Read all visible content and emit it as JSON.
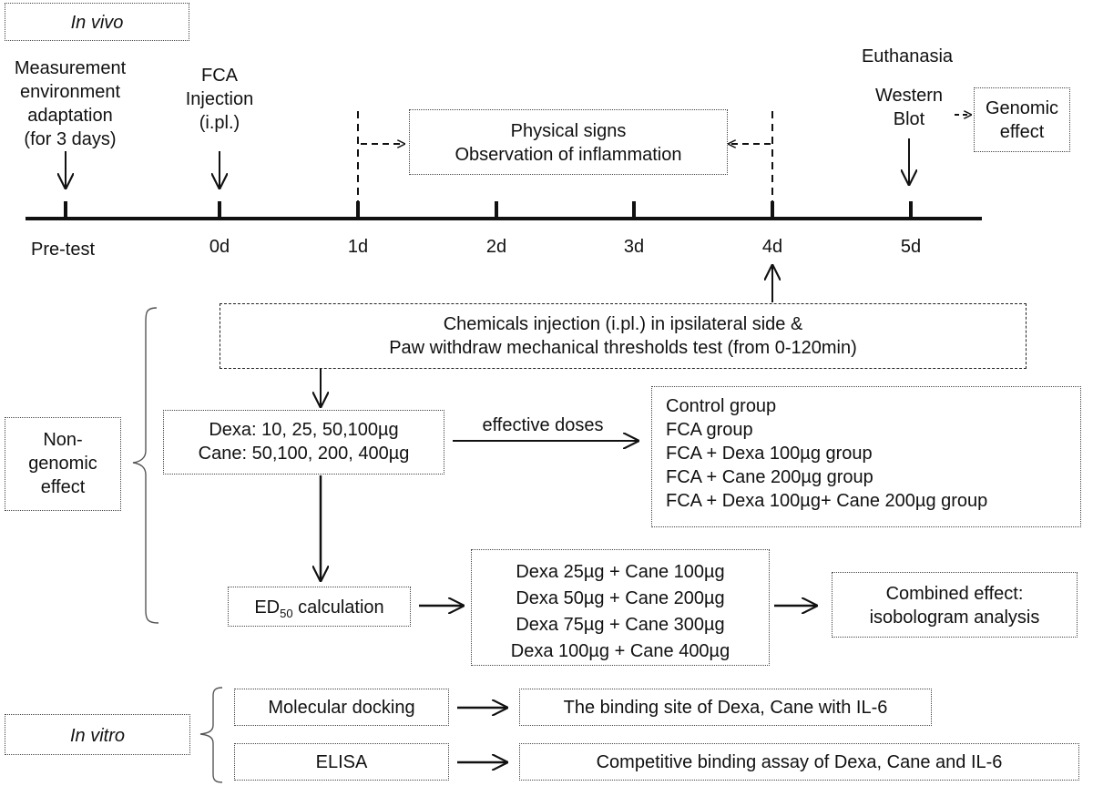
{
  "in_vivo_label": "In vivo",
  "in_vitro_label": "In vitro",
  "events": {
    "adaptation": [
      "Measurement",
      "environment",
      "adaptation",
      "(for 3 days)"
    ],
    "fca": [
      "FCA",
      "Injection",
      "(i.pl.)"
    ],
    "euthanasia": "Euthanasia",
    "western": [
      "Western",
      "Blot"
    ]
  },
  "physical_signs": [
    "Physical signs",
    "Observation of inflammation"
  ],
  "genomic_effect": [
    "Genomic",
    "effect"
  ],
  "timeline_ticks": [
    "Pre-test",
    "0d",
    "1d",
    "2d",
    "3d",
    "4d",
    "5d"
  ],
  "chemicals_box": [
    "Chemicals injection (i.pl.) in ipsilateral side &",
    "Paw withdraw mechanical thresholds test (from 0-120min)"
  ],
  "non_genomic": [
    "Non-",
    "genomic",
    "effect"
  ],
  "doses_box": [
    "Dexa: 10, 25, 50,100µg",
    "Cane: 50,100, 200, 400µg"
  ],
  "effective_doses_label": "effective doses",
  "groups_box": [
    "Control group",
    "FCA group",
    "FCA + Dexa 100µg group",
    "FCA + Cane 200µg group",
    "FCA + Dexa 100µg+ Cane 200µg group"
  ],
  "ed50": {
    "prefix": "ED",
    "sub": "50",
    "suffix": " calculation"
  },
  "combos_box": [
    "Dexa 25µg + Cane 100µg",
    "Dexa 50µg + Cane 200µg",
    "Dexa 75µg + Cane 300µg",
    "Dexa 100µg + Cane 400µg"
  ],
  "combined_box": [
    "Combined effect:",
    "isobologram analysis"
  ],
  "invitro": {
    "docking": "Molecular docking",
    "docking_result": "The binding site of Dexa, Cane with IL-6",
    "elisa": "ELISA",
    "elisa_result": "Competitive binding assay of Dexa, Cane and IL-6"
  }
}
